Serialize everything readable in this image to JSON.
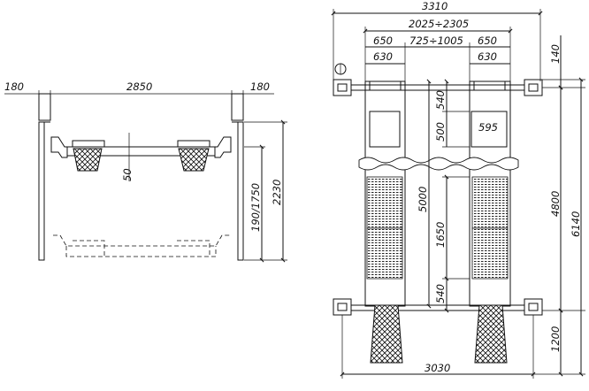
{
  "front_view": {
    "dims": {
      "post_left": "180",
      "span": "2850",
      "post_right": "180",
      "runway_step": "50",
      "lift_height": "190/1750",
      "post_height": "2230"
    }
  },
  "plan_view": {
    "dims": {
      "overall_width": "3310",
      "track_range": "2025÷2305",
      "runway_left_outer": "650",
      "runway_gap": "725÷1005",
      "runway_right_outer": "650",
      "runway_left_inner": "630",
      "runway_right_inner": "630",
      "top_offset": "140",
      "plate_top": "540",
      "plate_length": "500",
      "plate_width": "595",
      "runway_length": "5000",
      "grate_length": "1650",
      "plate_bottom": "540",
      "post_spacing": "4800",
      "overall_length": "6140",
      "bottom_offset": "1200",
      "base_width": "3030"
    }
  }
}
